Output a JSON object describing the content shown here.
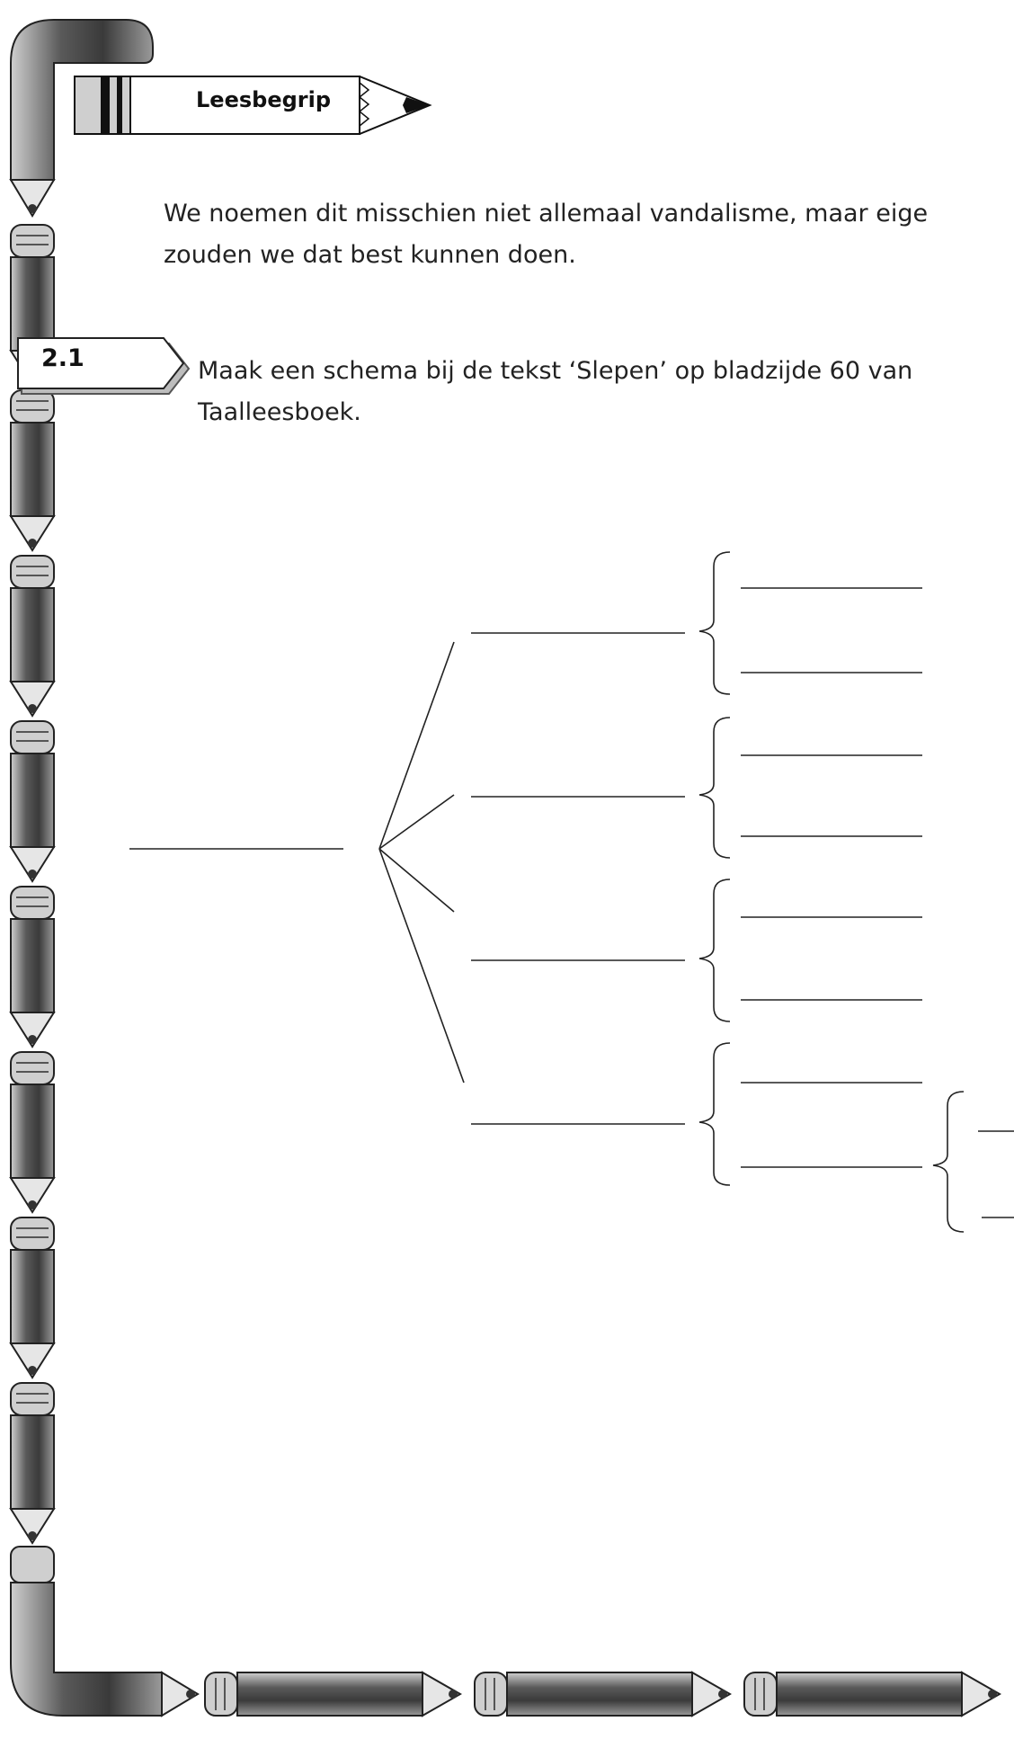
{
  "header": {
    "label": "Leesbegrip",
    "icon": "pencil-icon"
  },
  "intro": {
    "line1": "We noemen dit misschien niet allemaal vandalisme, maar eige",
    "line2": "zouden we dat best kunnen doen."
  },
  "task": {
    "number": "2.1",
    "line1": "Maak een schema bij de tekst ‘Slepen’ op bladzijde 60 van",
    "line2": "Taalleesboek."
  },
  "border": {
    "icon": "pencil-icon",
    "pencil_count_left": 10,
    "pencil_count_bottom": 3
  },
  "colors": {
    "pencil_dark": "#3a3a3a",
    "pencil_mid": "#8a8a8a",
    "pencil_light": "#d8d8d8",
    "line": "#222222"
  }
}
